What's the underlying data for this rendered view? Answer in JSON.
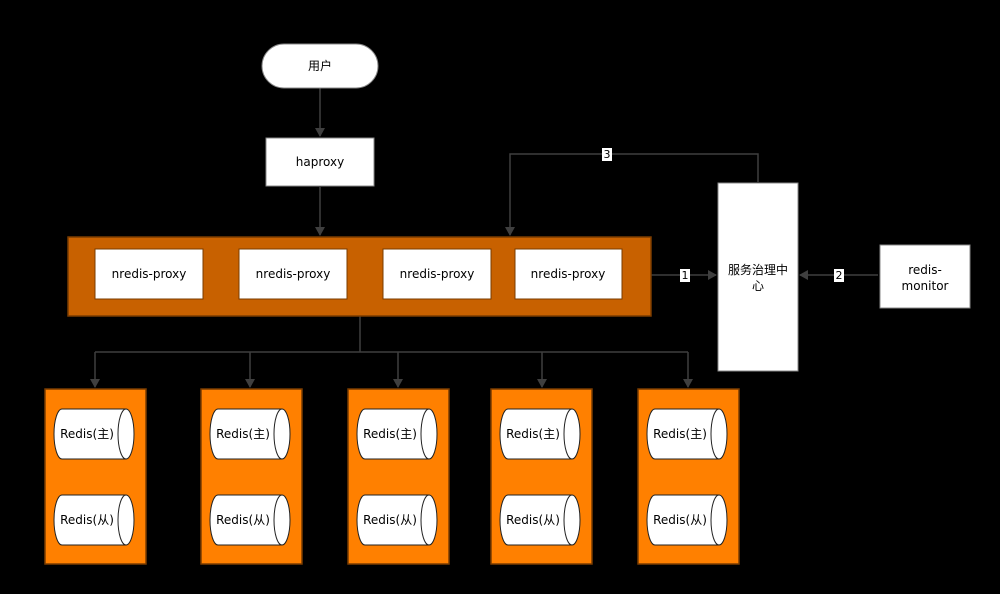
{
  "nodes": {
    "user": "用户",
    "haproxy": "haproxy",
    "proxies": [
      "nredis-proxy",
      "nredis-proxy",
      "nredis-proxy",
      "nredis-proxy"
    ],
    "governance_line1": "服务治理中",
    "governance_line2": "心",
    "monitor_line1": "redis-",
    "monitor_line2": "monitor"
  },
  "redis_groups": [
    {
      "master": "Redis(主)",
      "slave": "Redis(从)"
    },
    {
      "master": "Redis(主)",
      "slave": "Redis(从)"
    },
    {
      "master": "Redis(主)",
      "slave": "Redis(从)"
    },
    {
      "master": "Redis(主)",
      "slave": "Redis(从)"
    },
    {
      "master": "Redis(主)",
      "slave": "Redis(从)"
    }
  ],
  "edge_labels": {
    "e1": "1",
    "e2": "2",
    "e3": "3"
  },
  "colors": {
    "background": "#000000",
    "proxy_band": "#C86100",
    "redis_group": "#FF8000",
    "node_fill": "#FFFFFF",
    "line": "#3F3F3F"
  }
}
